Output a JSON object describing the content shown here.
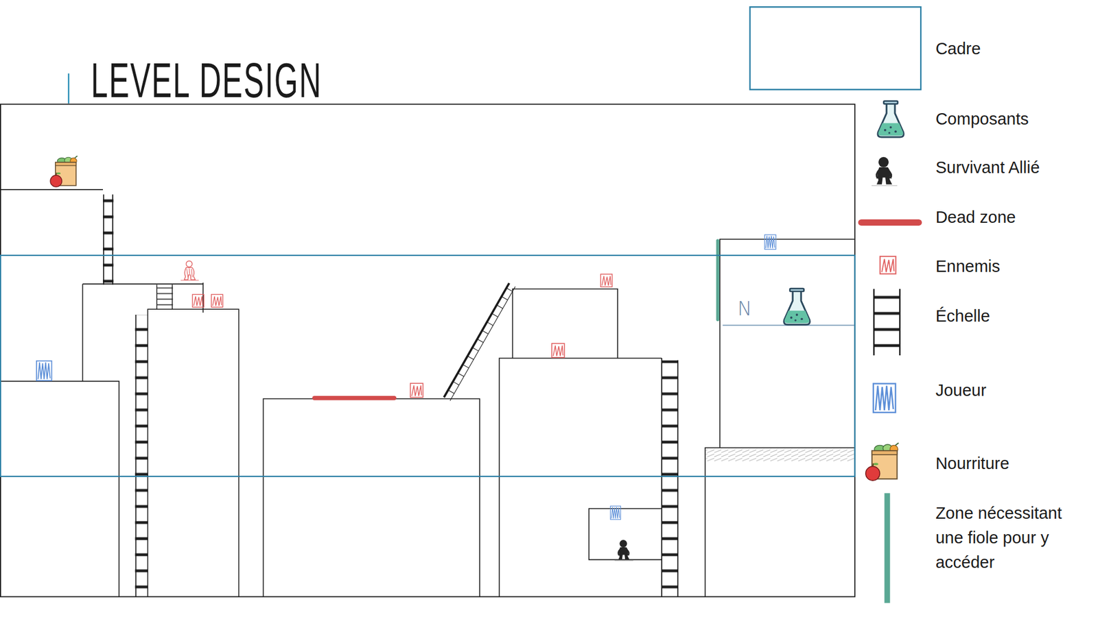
{
  "diagram": {
    "title": "LEVEL DESIGN",
    "labels": [
      "N"
    ],
    "legend": [
      {
        "text": "Cadre"
      },
      {
        "text": "Composants"
      },
      {
        "text": "Survivant Allié"
      },
      {
        "text": "Dead zone"
      },
      {
        "text": "Ennemis"
      },
      {
        "text": "Échelle"
      },
      {
        "text": "Joueur"
      },
      {
        "text": "Nourriture"
      },
      {
        "text": "Zone nécessitant une fiole pour y accéder"
      }
    ]
  }
}
